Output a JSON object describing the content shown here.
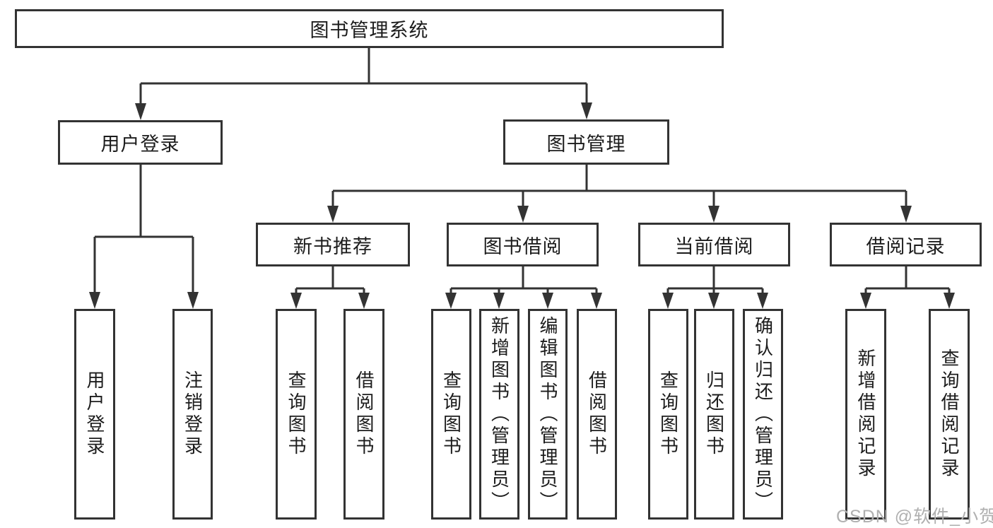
{
  "colors": {
    "line": "#333333",
    "text": "#1c1c1c",
    "watermark": "#b0b0b0",
    "bg": "#ffffff"
  },
  "watermark": {
    "text": "CSDN @软件_小贺同学"
  },
  "nodes": {
    "root": "图书管理系统",
    "user_login": "用户登录",
    "book_mgmt": "图书管理",
    "new_book_rec": "新书推荐",
    "book_borrow": "图书借阅",
    "current_borrow": "当前借阅",
    "borrow_records": "借阅记录",
    "leaves": {
      "user_login_1": "用户登录",
      "user_login_2": "注销登录",
      "new_book_1": "查询图书",
      "new_book_2": "借阅图书",
      "borrow_1": "查询图书",
      "borrow_2": "新增图书（管理员）",
      "borrow_3": "编辑图书（管理员）",
      "borrow_4": "借阅图书",
      "current_1": "查询图书",
      "current_2": "归还图书",
      "current_3": "确认归还（管理员）",
      "records_1": "新增借阅记录",
      "records_2": "查询借阅记录"
    }
  }
}
